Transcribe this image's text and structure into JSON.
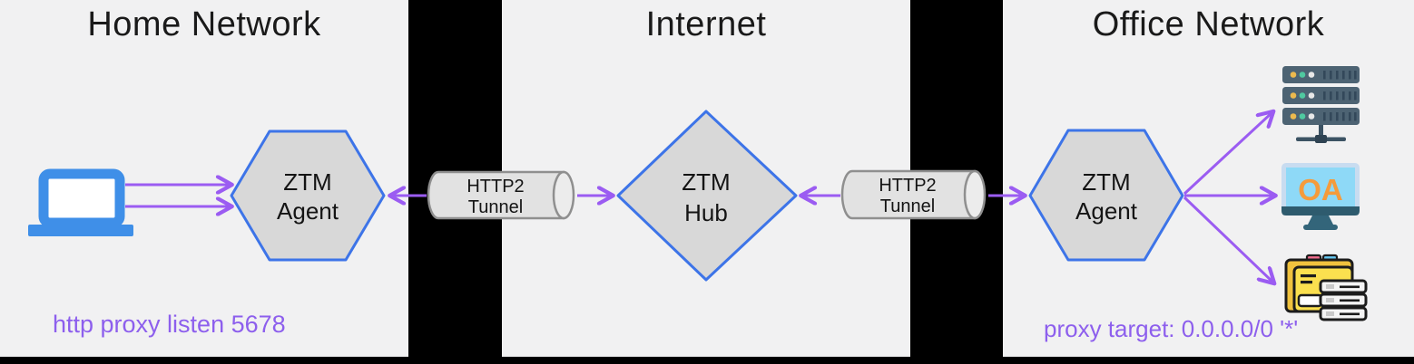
{
  "colors": {
    "background": "#000000",
    "panel": "#f1f1f2",
    "shape_fill": "#d8d8d8",
    "shape_border": "#3d74e8",
    "cylinder_fill": "#e2e2e2",
    "cylinder_border": "#8f8f8f",
    "arrow": "#9b5cf2",
    "caption": "#8d5fed",
    "laptop_blue": "#3f8fe8",
    "server_slate": "#4d6373",
    "monitor_teal": "#2e5b6e",
    "folder_yellow": "#f9d84a",
    "oa_orange": "#f59b3b"
  },
  "panels": {
    "home": {
      "title": "Home Network",
      "caption": "http proxy listen 5678"
    },
    "internet": {
      "title": "Internet"
    },
    "office": {
      "title": "Office Network",
      "caption": "proxy target: 0.0.0.0/0 '*'"
    }
  },
  "nodes": {
    "home_agent": {
      "lines": [
        "ZTM",
        "Agent"
      ]
    },
    "tunnel_left": {
      "lines": [
        "HTTP2",
        "Tunnel"
      ]
    },
    "hub": {
      "lines": [
        "ZTM",
        "Hub"
      ]
    },
    "tunnel_right": {
      "lines": [
        "HTTP2",
        "Tunnel"
      ]
    },
    "office_agent": {
      "lines": [
        "ZTM",
        "Agent"
      ]
    }
  },
  "icons": {
    "laptop": "laptop-icon",
    "server_rack": "server-rack-icon",
    "oa_monitor": "oa-monitor-icon",
    "oa_label": "OA",
    "file_server": "file-server-icon"
  }
}
